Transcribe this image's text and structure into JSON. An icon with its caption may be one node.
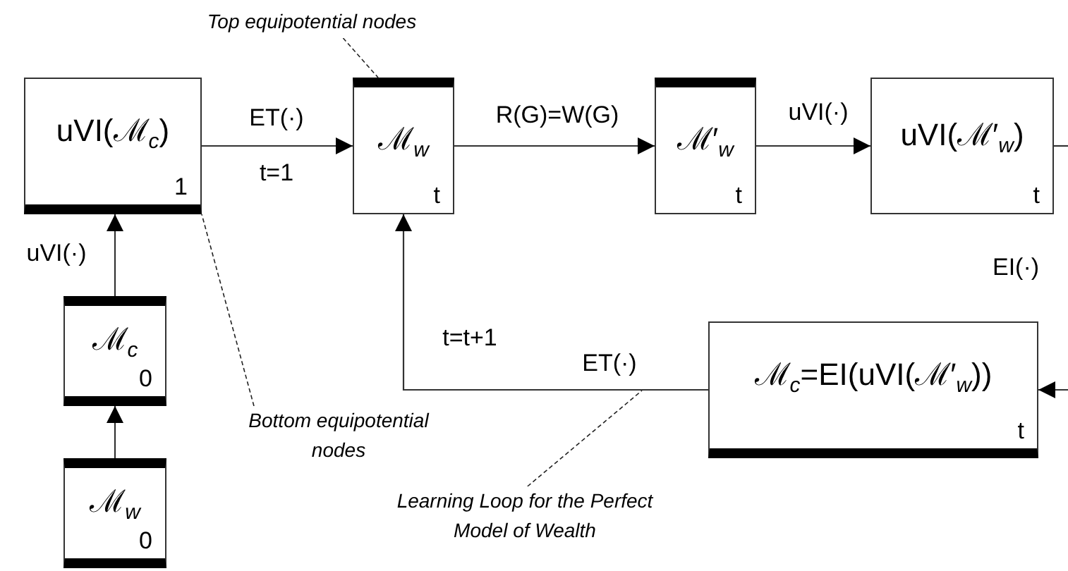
{
  "diagram": {
    "nodes": [
      {
        "text": [
          "Top equipotential nodes"
        ]
      },
      {
        "text": [
          "uVI(ℳ$_{c}$)",
          "1"
        ]
      },
      {
        "text": [
          "ℳ$_{w}$",
          "t"
        ]
      },
      {
        "text": [
          "ℳ′$_{w}$",
          "t"
        ]
      },
      {
        "text": [
          "uVI(ℳ′$_{w}$)",
          "t"
        ]
      },
      {
        "text": [
          "ℳ$_{c}$=EI(uVI(ℳ′$_{w}$))",
          "t"
        ]
      },
      {
        "text": [
          "ℳ$_{c}$",
          "0"
        ]
      },
      {
        "text": [
          "Bottom equipotential nodes"
        ]
      },
      {
        "text": [
          "Learning Loop for the Perfect Model of Wealth"
        ]
      },
      {
        "text": [
          "ℳ$_{w}$",
          "0"
        ]
      }
    ],
    "edges": [
      {
        "from": 1,
        "to": 2,
        "arrow": "to",
        "label": "ET(·)"
      },
      {
        "from": 2,
        "to": 3,
        "arrow": "to",
        "label": "R(G)=W(G)"
      },
      {
        "from": 3,
        "to": 4,
        "arrow": "to",
        "label": "uVI(·)"
      },
      {
        "from": 4,
        "to": null,
        "arrow": "none"
      },
      {
        "from": null,
        "to": 5,
        "arrow": "to"
      },
      {
        "from": 5,
        "to": 2,
        "arrow": "to",
        "label": "ET(·)"
      },
      {
        "from": 6,
        "to": 1,
        "arrow": "to",
        "label": "uVI(·)"
      },
      {
        "from": 9,
        "to": 6,
        "arrow": "to"
      },
      {
        "from": 0,
        "to": 2,
        "arrow": "none",
        "style": "dashed"
      },
      {
        "from": 7,
        "to": 1,
        "arrow": "none",
        "style": "dashed"
      },
      {
        "from": 8,
        "to": null,
        "arrow": "none",
        "style": "dashed"
      }
    ],
    "labels": [
      "t=1",
      "EI(·)",
      "t=t+1"
    ]
  }
}
